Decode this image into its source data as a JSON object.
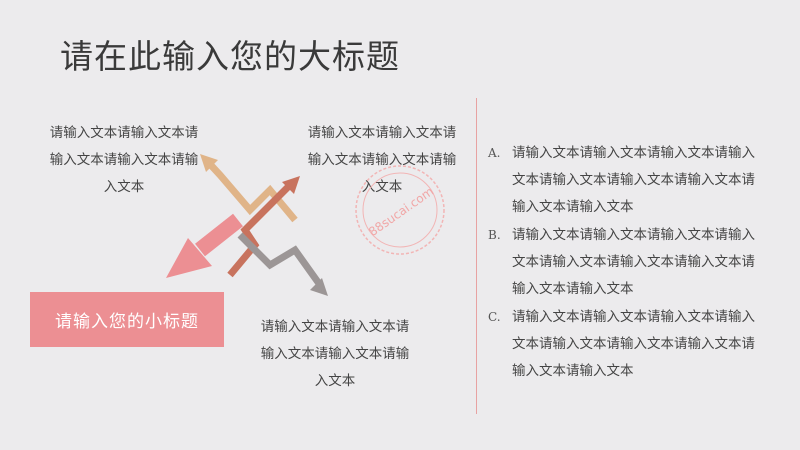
{
  "title": "请在此输入您的大标题",
  "subtitle": "请输入您的小标题",
  "blocks": {
    "top_left": "请输入文本请输入文本请输入文本请输入文本请输入文本",
    "top_right": "请输入文本请输入文本请输入文本请输入文本请输入文本",
    "bottom": "请输入文本请输入文本请输入文本请输入文本请输入文本"
  },
  "list": [
    {
      "marker": "A.",
      "text": "请输入文本请输入文本请输入文本请输入文本请输入文本请输入文本请输入文本请输入文本请输入文本"
    },
    {
      "marker": "B.",
      "text": "请输入文本请输入文本请输入文本请输入文本请输入文本请输入文本请输入文本请输入文本请输入文本"
    },
    {
      "marker": "C.",
      "text": "请输入文本请输入文本请输入文本请输入文本请输入文本请输入文本请输入文本请输入文本请输入文本"
    }
  ],
  "watermark": "88sucai.com",
  "colors": {
    "background": "#ecebed",
    "accent_pink": "#ec8f93",
    "arrow_tan": "#e0b488",
    "arrow_rust": "#c8735e",
    "arrow_gray": "#9c9696",
    "divider": "#e8a2a2"
  },
  "icons": [
    "zigzag-arrow-icon",
    "big-arrow-icon"
  ]
}
